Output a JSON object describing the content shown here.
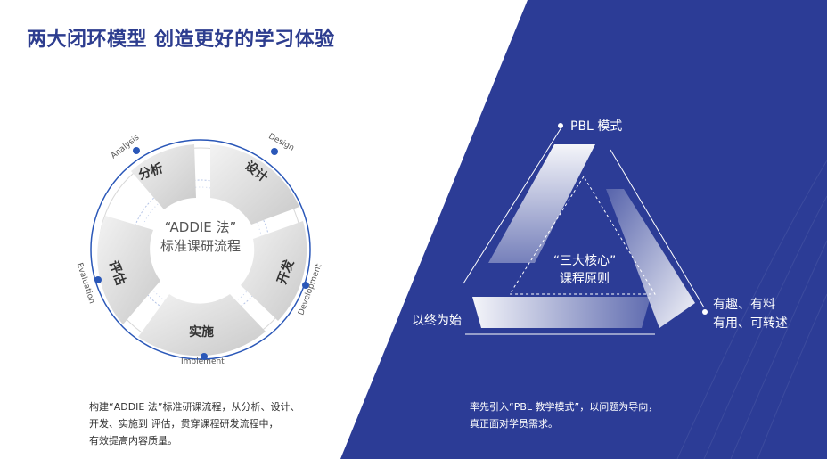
{
  "title": "两大闭环模型 创造更好的学习体验",
  "left": {
    "center_line1": "“ADDIE 法”",
    "center_line2": "标准课研流程",
    "segments": {
      "analysis": "分析",
      "design": "设计",
      "development": "开发",
      "implement": "实施",
      "evaluation": "评估"
    },
    "arc_labels": {
      "analysis": "Analysis",
      "design": "Design",
      "development": "Development",
      "implement": "Implement",
      "evaluation": "Evaluation"
    },
    "caption_lines": [
      "构建“ADDIE 法”标准研课流程，从分析、设计、",
      "开发、实施到 评估，贯穿课程研发流程中，",
      "有效提高内容质量。"
    ]
  },
  "right": {
    "top_label": "PBL 模式",
    "left_label": "以终为始",
    "right_line1": "有趣、有料",
    "right_line2": "有用、可转述",
    "center_line1": "“三大核心”",
    "center_line2": "课程原则",
    "caption_lines": [
      "率先引入“PBL 教学模式”，以问题为导向，",
      "真正面对学员需求。"
    ]
  },
  "colors": {
    "accent": "#2d3d8f",
    "panel": "#2c3c96",
    "dot": "#2a57b8"
  }
}
